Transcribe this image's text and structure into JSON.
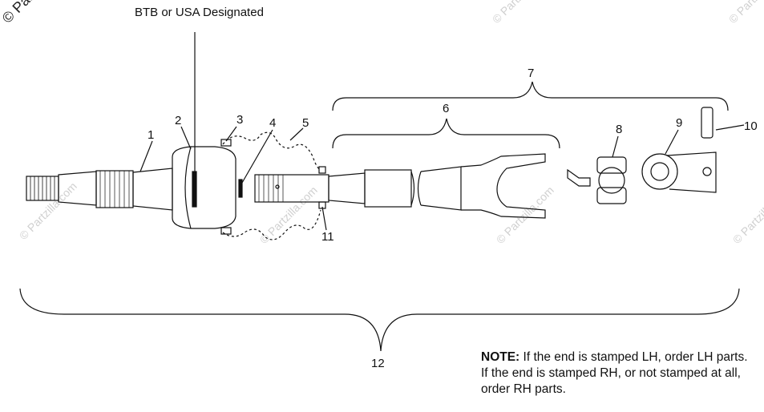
{
  "header_label": "BTB or USA Designated",
  "callouts": [
    "1",
    "2",
    "3",
    "4",
    "5",
    "6",
    "7",
    "8",
    "9",
    "10",
    "11",
    "12"
  ],
  "note": {
    "label": "NOTE:",
    "text": "If the end is stamped LH, order LH parts.  If the end is stamped RH, or not stamped at all, order RH parts."
  },
  "watermark": "© Partzilla.com",
  "colors": {
    "line": "#111111",
    "watermark": "#d0d0d0",
    "background": "#ffffff"
  }
}
